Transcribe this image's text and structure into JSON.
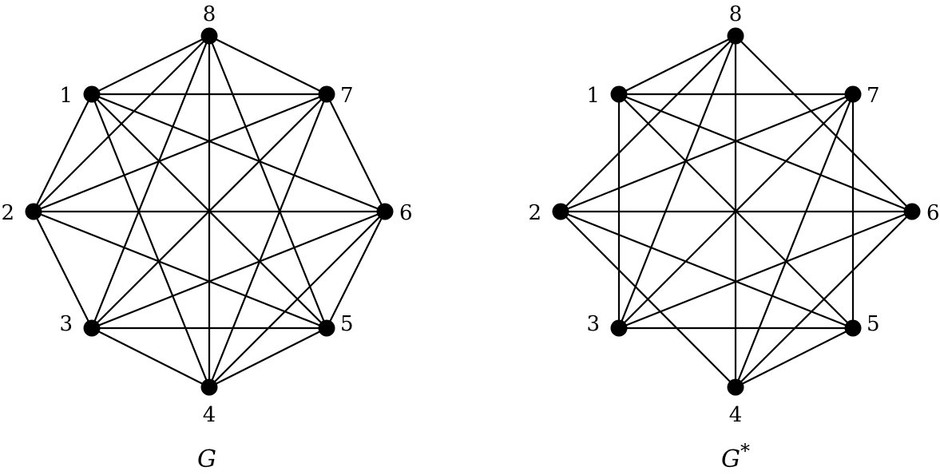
{
  "graphs": [
    {
      "id": "G",
      "title": "G",
      "nodes": [
        "1",
        "2",
        "3",
        "4",
        "5",
        "6",
        "7",
        "8"
      ],
      "edges": [
        [
          "1",
          "2"
        ],
        [
          "1",
          "4"
        ],
        [
          "1",
          "5"
        ],
        [
          "1",
          "6"
        ],
        [
          "1",
          "7"
        ],
        [
          "1",
          "8"
        ],
        [
          "2",
          "3"
        ],
        [
          "2",
          "5"
        ],
        [
          "2",
          "6"
        ],
        [
          "2",
          "7"
        ],
        [
          "2",
          "8"
        ],
        [
          "3",
          "4"
        ],
        [
          "3",
          "5"
        ],
        [
          "3",
          "6"
        ],
        [
          "3",
          "7"
        ],
        [
          "3",
          "8"
        ],
        [
          "4",
          "5"
        ],
        [
          "4",
          "6"
        ],
        [
          "4",
          "7"
        ],
        [
          "4",
          "8"
        ],
        [
          "5",
          "6"
        ],
        [
          "5",
          "8"
        ],
        [
          "6",
          "7"
        ],
        [
          "7",
          "8"
        ]
      ]
    },
    {
      "id": "G-star",
      "title": "G*",
      "nodes": [
        "1",
        "2",
        "3",
        "4",
        "5",
        "6",
        "7",
        "8"
      ],
      "edges": [
        [
          "1",
          "3"
        ],
        [
          "1",
          "5"
        ],
        [
          "1",
          "6"
        ],
        [
          "1",
          "7"
        ],
        [
          "1",
          "8"
        ],
        [
          "2",
          "4"
        ],
        [
          "2",
          "5"
        ],
        [
          "2",
          "6"
        ],
        [
          "2",
          "7"
        ],
        [
          "2",
          "8"
        ],
        [
          "3",
          "5"
        ],
        [
          "3",
          "6"
        ],
        [
          "3",
          "7"
        ],
        [
          "3",
          "8"
        ],
        [
          "4",
          "5"
        ],
        [
          "4",
          "6"
        ],
        [
          "4",
          "7"
        ],
        [
          "4",
          "8"
        ],
        [
          "5",
          "7"
        ],
        [
          "6",
          "8"
        ]
      ]
    }
  ],
  "colors": {
    "edge": "#000000",
    "node": "#000000",
    "background": "#ffffff"
  }
}
